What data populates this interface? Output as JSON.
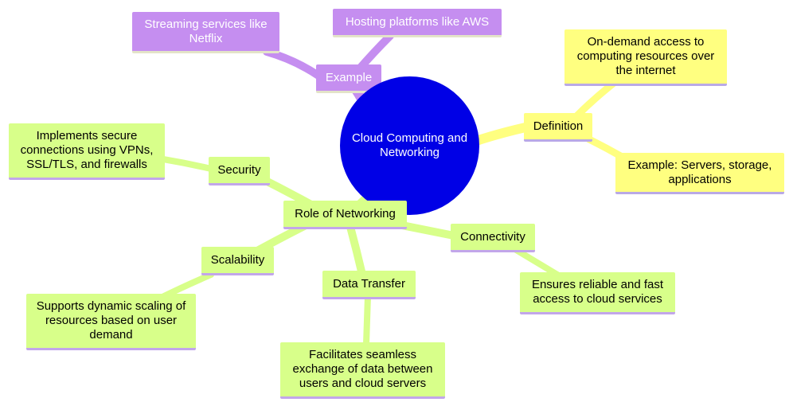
{
  "root": {
    "label": "Cloud Computing and Networking"
  },
  "branches": {
    "example": {
      "label": "Example",
      "children": [
        "Streaming services like Netflix",
        "Hosting platforms like AWS"
      ]
    },
    "definition": {
      "label": "Definition",
      "children": [
        "On-demand access to computing resources over the internet",
        "Example: Servers, storage, applications"
      ]
    },
    "networking": {
      "label": "Role of Networking",
      "security": {
        "label": "Security",
        "detail": "Implements secure connections using VPNs, SSL/TLS, and firewalls"
      },
      "scalability": {
        "label": "Scalability",
        "detail": "Supports dynamic scaling of resources based on user demand"
      },
      "data_transfer": {
        "label": "Data Transfer",
        "detail": "Facilitates seamless exchange of data between users and cloud servers"
      },
      "connectivity": {
        "label": "Connectivity",
        "detail": "Ensures reliable and fast access to cloud services"
      }
    }
  },
  "colors": {
    "root": "#0000e6",
    "example_branch": "#c58ef0",
    "definition_branch": "#ffff80",
    "networking_branch": "#d8ff8a"
  }
}
